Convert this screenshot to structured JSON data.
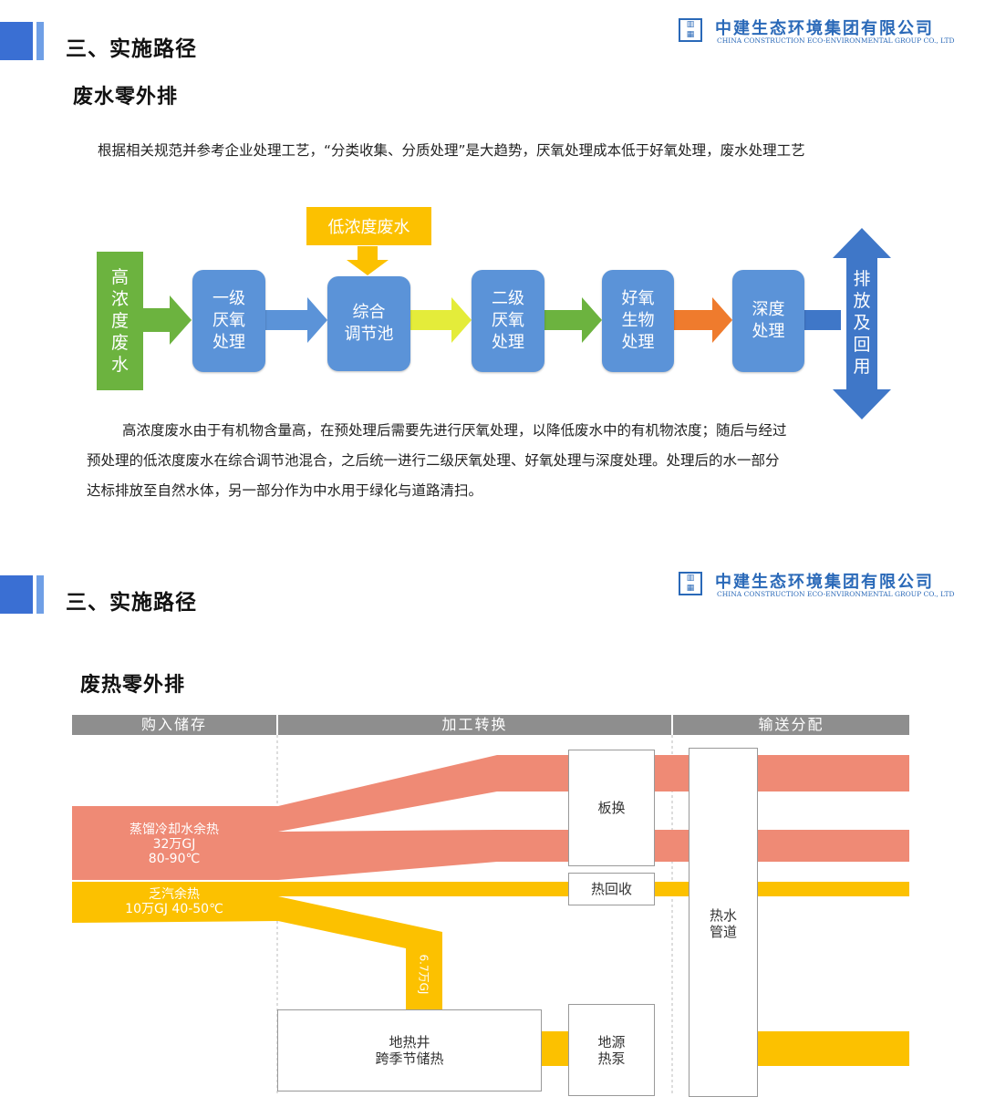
{
  "company": {
    "name_cn": "中建生态环境集团有限公司",
    "name_en": "CHINA CONSTRUCTION ECO-ENVIRONMENTAL GROUP CO., LTD",
    "icon": "company-logo-icon"
  },
  "slide1": {
    "section_title": "三、实施路径",
    "subtitle": "废水零外排",
    "intro": "根据相关规范并参考企业处理工艺，“分类收集、分质处理”是大趋势，厌氧处理成本低于好氧处理，废水处理工艺",
    "diagram": {
      "high_conc": "高\n浓\n度\n废\n水",
      "low_conc": "低浓度废水",
      "step1": "一级\n厌氧\n处理",
      "step2": "综合\n调节池",
      "step3": "二级\n厌氧\n处理",
      "step4": "好氧\n生物\n处理",
      "step5": "深度\n处理",
      "output": "排\n放\n及\n回\n用"
    },
    "body_line1": "高浓度废水由于有机物含量高，在预处理后需要先进行厌氧处理，以降低废水中的有机物浓度；随后与经过",
    "body_line2": "预处理的低浓度废水在综合调节池混合，之后统一进行二级厌氧处理、好氧处理与深度处理。处理后的水一部分",
    "body_line3": "达标排放至自然水体，另一部分作为中水用于绿化与道路清扫。"
  },
  "slide2": {
    "section_title": "三、实施路径",
    "subtitle": "废热零外排",
    "columns": [
      "购入储存",
      "加工转换",
      "输送分配"
    ],
    "source1": "蒸馏冷却水余热\n32万GJ\n80-90℃",
    "source2": "乏汽余热\n10万GJ   40-50℃",
    "branch_label": "6.7万GJ",
    "box_plate": "板换",
    "box_heat_recovery": "热回收",
    "box_pipe": "热水\n管道",
    "box_storage": "地热井\n跨季节储热",
    "box_pump": "地源\n热泵"
  },
  "colors": {
    "salmon": "#ef8a75",
    "yellow": "#fcc100",
    "box_blue": "#5b93d8",
    "green": "#6cb33f",
    "orange": "#ef7b2d",
    "lime": "#e4ec3a",
    "brand_blue": "#2a69b8"
  }
}
